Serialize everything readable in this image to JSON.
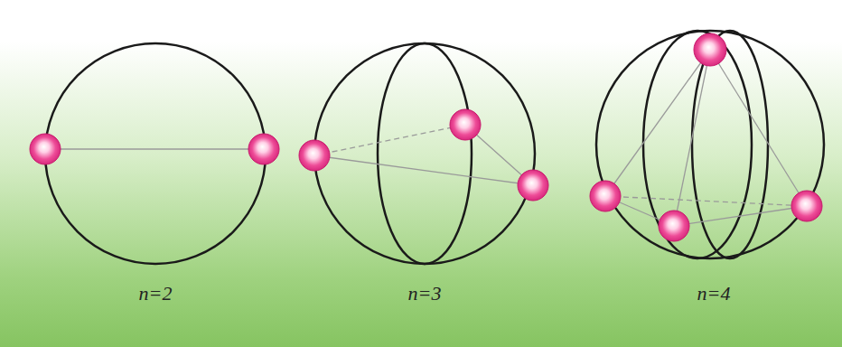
{
  "diagram": {
    "labels": [
      "n=2",
      "n=3",
      "n=4"
    ]
  }
}
